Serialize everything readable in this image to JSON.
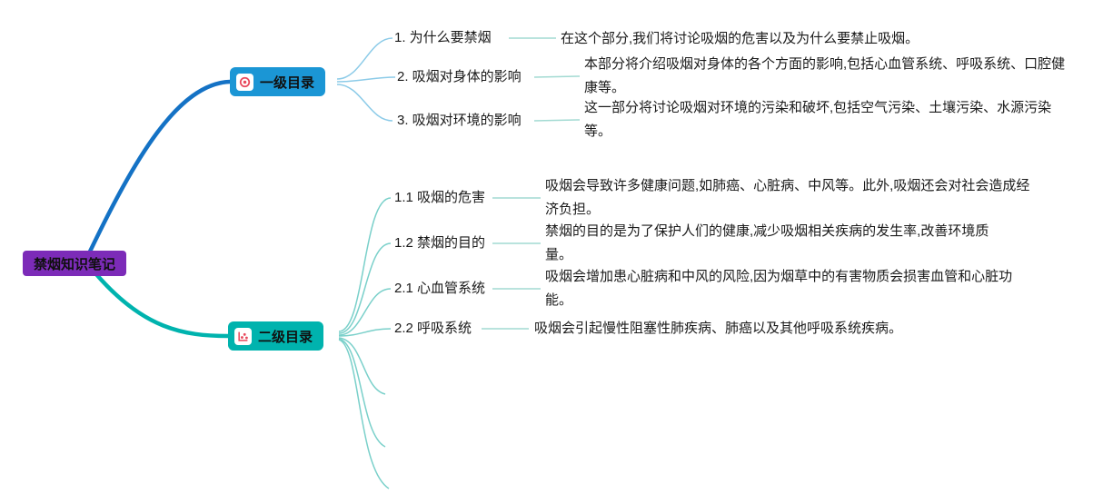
{
  "root": {
    "label": "禁烟知识笔记",
    "color": "#7c2bb8"
  },
  "branches": [
    {
      "label": "一级目录",
      "icon": "target-icon",
      "color": "#1b96d5",
      "items": [
        {
          "label": "1. 为什么要禁烟",
          "desc": "在这个部分,我们将讨论吸烟的危害以及为什么要禁止吸烟。"
        },
        {
          "label": "2. 吸烟对身体的影响",
          "desc": "本部分将介绍吸烟对身体的各个方面的影响,包括心血管系统、呼吸系统、口腔健康等。"
        },
        {
          "label": "3. 吸烟对环境的影响",
          "desc": "这一部分将讨论吸烟对环境的污染和破坏,包括空气污染、土壤污染、水源污染等。"
        }
      ]
    },
    {
      "label": "二级目录",
      "icon": "scatter-chart-icon",
      "color": "#00b3ae",
      "items": [
        {
          "label": "1.1 吸烟的危害",
          "desc": "吸烟会导致许多健康问题,如肺癌、心脏病、中风等。此外,吸烟还会对社会造成经济负担。"
        },
        {
          "label": "1.2 禁烟的目的",
          "desc": "禁烟的目的是为了保护人们的健康,减少吸烟相关疾病的发生率,改善环境质量。"
        },
        {
          "label": "2.1 心血管系统",
          "desc": "吸烟会增加患心脏病和中风的风险,因为烟草中的有害物质会损害血管和心脏功能。"
        },
        {
          "label": "2.2 呼吸系统",
          "desc": "吸烟会引起慢性阻塞性肺疾病、肺癌以及其他呼吸系统疾病。"
        }
      ]
    }
  ],
  "colors": {
    "root_bg": "#7c2bb8",
    "level1_bg": "#1b96d5",
    "level2_bg": "#00b3ae",
    "edge_root_level1": "#1472c5",
    "edge_root_level2": "#00b3ae",
    "edge_sub_level1": "#8ccbe8",
    "edge_sub_level2": "#7ad0ca",
    "edge_connector": "#a2dad2",
    "icon_accent": "#e8485c"
  }
}
